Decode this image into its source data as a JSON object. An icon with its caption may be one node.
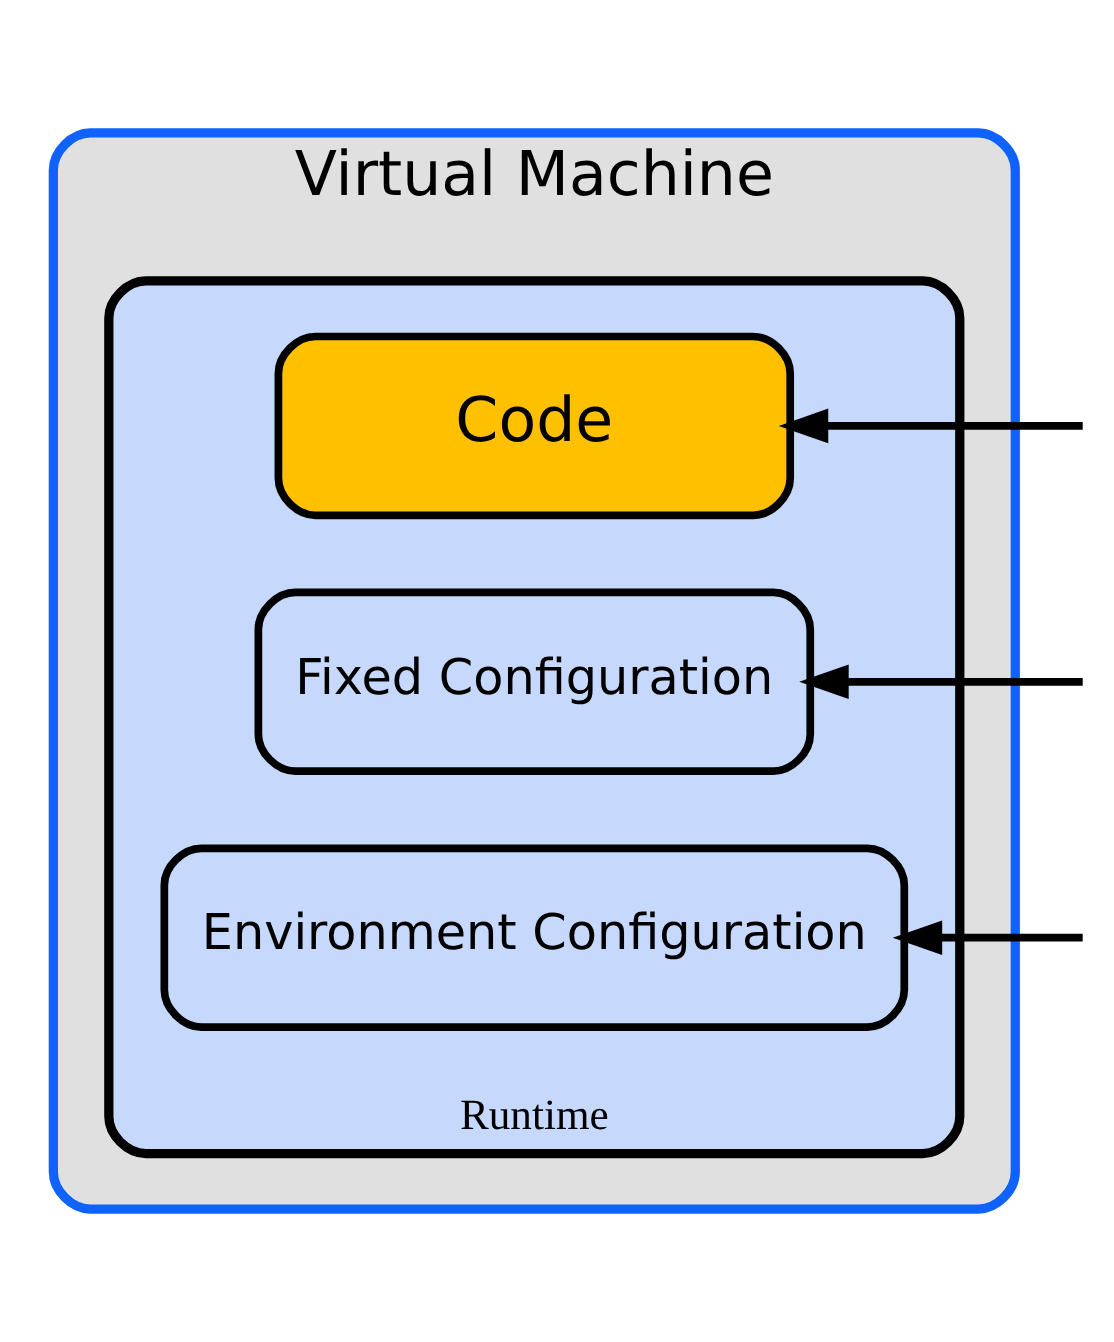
{
  "diagram": {
    "nodes": [
      {
        "text": [
          "Virtual Machine"
        ]
      },
      {
        "text": [
          "Runtime"
        ],
        "in": 0
      },
      {
        "text": [
          "Code"
        ],
        "in": 1
      },
      {
        "text": [
          "Fixed Configuration"
        ],
        "in": 1
      },
      {
        "text": [
          "Environment Configuration"
        ],
        "in": 1
      }
    ],
    "edges": [
      {
        "from": null,
        "to": 2,
        "arrow": "to"
      },
      {
        "from": null,
        "to": 3,
        "arrow": "to"
      },
      {
        "from": null,
        "to": 4,
        "arrow": "to"
      }
    ]
  }
}
